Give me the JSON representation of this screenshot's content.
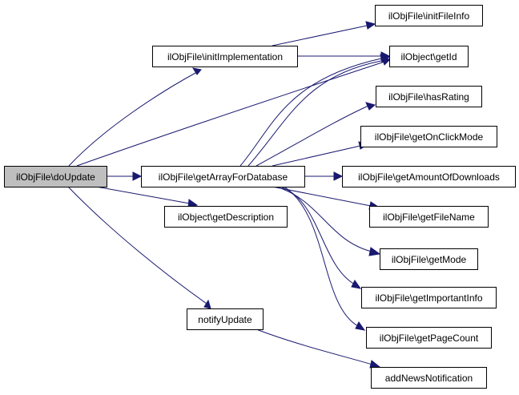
{
  "diagram": {
    "type": "call-graph",
    "colors": {
      "edge": "#191970",
      "root_fill": "#bfbfbf",
      "node_fill": "#ffffff",
      "node_border": "#000000",
      "text": "#000000"
    },
    "nodes": [
      {
        "id": "doUpdate",
        "label": "ilObjFile\\doUpdate",
        "root": true
      },
      {
        "id": "initImplementation",
        "label": "ilObjFile\\initImplementation"
      },
      {
        "id": "getArrayForDatabase",
        "label": "ilObjFile\\getArrayForDatabase"
      },
      {
        "id": "getDescription",
        "label": "ilObject\\getDescription"
      },
      {
        "id": "notifyUpdate",
        "label": "notifyUpdate"
      },
      {
        "id": "initFileInfo",
        "label": "ilObjFile\\initFileInfo"
      },
      {
        "id": "getId",
        "label": "ilObject\\getId"
      },
      {
        "id": "hasRating",
        "label": "ilObjFile\\hasRating"
      },
      {
        "id": "getOnClickMode",
        "label": "ilObjFile\\getOnClickMode"
      },
      {
        "id": "getAmountOfDownloads",
        "label": "ilObjFile\\getAmountOfDownloads"
      },
      {
        "id": "getFileName",
        "label": "ilObjFile\\getFileName"
      },
      {
        "id": "getMode",
        "label": "ilObjFile\\getMode"
      },
      {
        "id": "getImportantInfo",
        "label": "ilObjFile\\getImportantInfo"
      },
      {
        "id": "getPageCount",
        "label": "ilObjFile\\getPageCount"
      },
      {
        "id": "addNewsNotification",
        "label": "addNewsNotification"
      }
    ],
    "edges": [
      {
        "from": "doUpdate",
        "to": "initImplementation"
      },
      {
        "from": "doUpdate",
        "to": "getId"
      },
      {
        "from": "doUpdate",
        "to": "getArrayForDatabase"
      },
      {
        "from": "doUpdate",
        "to": "getDescription"
      },
      {
        "from": "doUpdate",
        "to": "notifyUpdate"
      },
      {
        "from": "initImplementation",
        "to": "initFileInfo"
      },
      {
        "from": "initImplementation",
        "to": "getId"
      },
      {
        "from": "getArrayForDatabase",
        "to": "getId"
      },
      {
        "from": "getArrayForDatabase",
        "to": "hasRating"
      },
      {
        "from": "getArrayForDatabase",
        "to": "getOnClickMode"
      },
      {
        "from": "getArrayForDatabase",
        "to": "getAmountOfDownloads"
      },
      {
        "from": "getArrayForDatabase",
        "to": "getFileName"
      },
      {
        "from": "getArrayForDatabase",
        "to": "getMode"
      },
      {
        "from": "getArrayForDatabase",
        "to": "getImportantInfo"
      },
      {
        "from": "getArrayForDatabase",
        "to": "getPageCount"
      },
      {
        "from": "notifyUpdate",
        "to": "addNewsNotification"
      }
    ]
  }
}
